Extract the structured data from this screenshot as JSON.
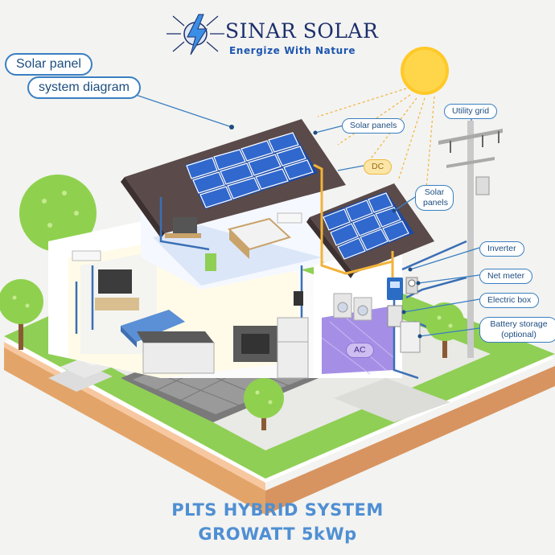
{
  "brand": {
    "name": "SINAR SOLAR",
    "tagline": "Energize With Nature",
    "logo_icon": "lightning-sun-logo"
  },
  "diagram": {
    "title_line1": "Solar panel",
    "title_line2": "system diagram",
    "labels": {
      "solar_panels_main": "Solar panels",
      "dc": "DC",
      "solar_panels_small": "Solar panels",
      "utility_grid": "Utility grid",
      "inverter": "Inverter",
      "net_meter": "Net meter",
      "electric_box": "Electric box",
      "battery_storage": "Battery storage (optional)",
      "ac": "AC"
    }
  },
  "footer": {
    "line1": "PLTS HYBRID SYSTEM",
    "line2": "GROWATT 5kWp"
  },
  "colors": {
    "accent": "#3a7fc1",
    "brand_dark": "#1c2f6b",
    "footer_blue": "#4f8fd3",
    "grass": "#7cc24a",
    "soil": "#e3a469",
    "panel_blue": "#2a5fbf",
    "roof": "#5a4a4a",
    "sun": "#ffc928",
    "dc_wire": "#f2b33a",
    "ac_floor": "#a58fe6"
  }
}
